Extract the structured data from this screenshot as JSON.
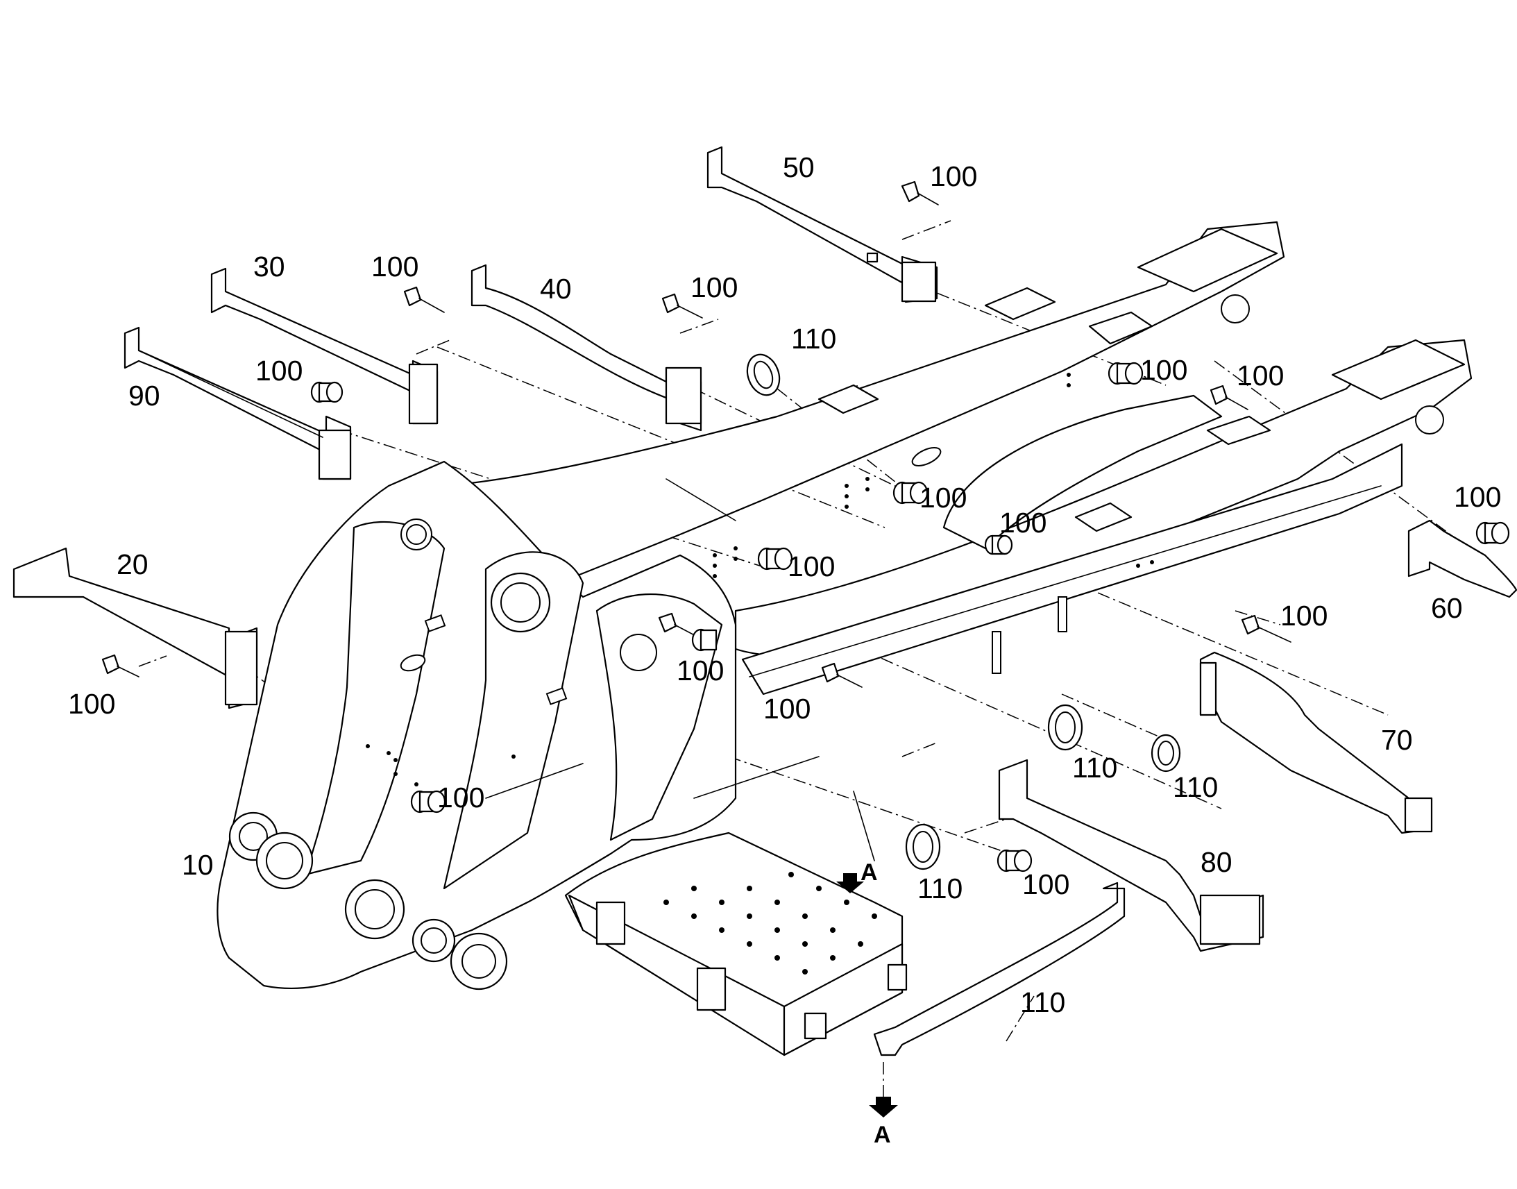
{
  "labels": {
    "p10": "10",
    "p20": "20",
    "p30": "30",
    "p40": "40",
    "p50": "50",
    "p60": "60",
    "p70": "70",
    "p80": "80",
    "p90": "90",
    "p100": "100",
    "p110": "110",
    "view_a": "A"
  }
}
